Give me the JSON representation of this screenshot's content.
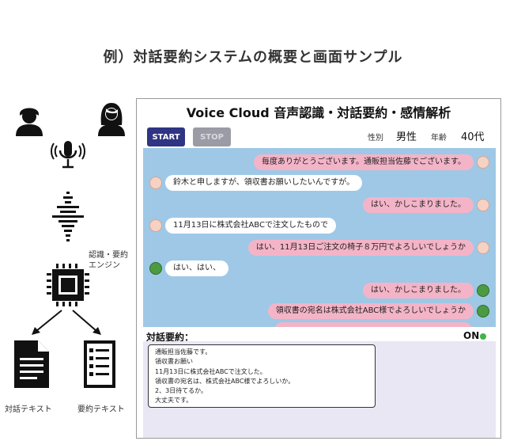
{
  "page": {
    "title": "例）対話要約システムの概要と画面サンプル"
  },
  "illustration": {
    "engine_label_line1": "認識・要約",
    "engine_label_line2": "エンジン",
    "dialogue_text_caption": "対話テキスト",
    "summary_text_caption": "要約テキスト",
    "icons": [
      "male-person-icon",
      "female-person-icon",
      "microphone-icon",
      "waveform-icon",
      "chip-icon",
      "document-icon",
      "list-document-icon"
    ]
  },
  "app": {
    "title": "Voice Cloud 音声認識・対話要約・感情解析",
    "start_label": "START",
    "stop_label": "STOP",
    "gender_label": "性別",
    "gender_value": "男性",
    "age_label": "年齢",
    "age_value": "40代",
    "messages": [
      {
        "speaker": "operator",
        "text": "毎度ありがとうございます。通販担当佐藤でございます。"
      },
      {
        "speaker": "customer",
        "text": "鈴木と申しますが、領収書お願いしたいんですが。"
      },
      {
        "speaker": "operator",
        "text": "はい、かしこまりました。"
      },
      {
        "speaker": "customer",
        "text": "11月13日に株式会社ABCで注文したもので"
      },
      {
        "speaker": "operator",
        "text": "はい、11月13日ご注文の椅子８万円でよろしいでしょうか"
      },
      {
        "speaker": "customer",
        "text": "はい、はい、"
      },
      {
        "speaker": "operator",
        "text": "はい、かしこまりました。"
      },
      {
        "speaker": "operator",
        "text": "領収書の宛名は株式会社ABC様でよろしいでしょうか"
      }
    ],
    "summary_label": "対話要約：",
    "summary_status": "ON",
    "summary_lines": [
      "通販担当佐藤です。",
      "領収書お願い",
      "11月13日に株式会社ABCで注文した。",
      "領収書の宛名は、株式会社ABC様でよろしいか。",
      "2、3日待てるか。",
      "大丈夫です。"
    ],
    "colors": {
      "start_button": "#2f3483",
      "stop_button": "#9b9ba6",
      "chat_background": "#9ec8e6",
      "operator_bubble": "#f4b4c8",
      "customer_bubble": "#ffffff",
      "summary_panel": "#e9e7f3",
      "status_on": "#3fb548"
    }
  }
}
